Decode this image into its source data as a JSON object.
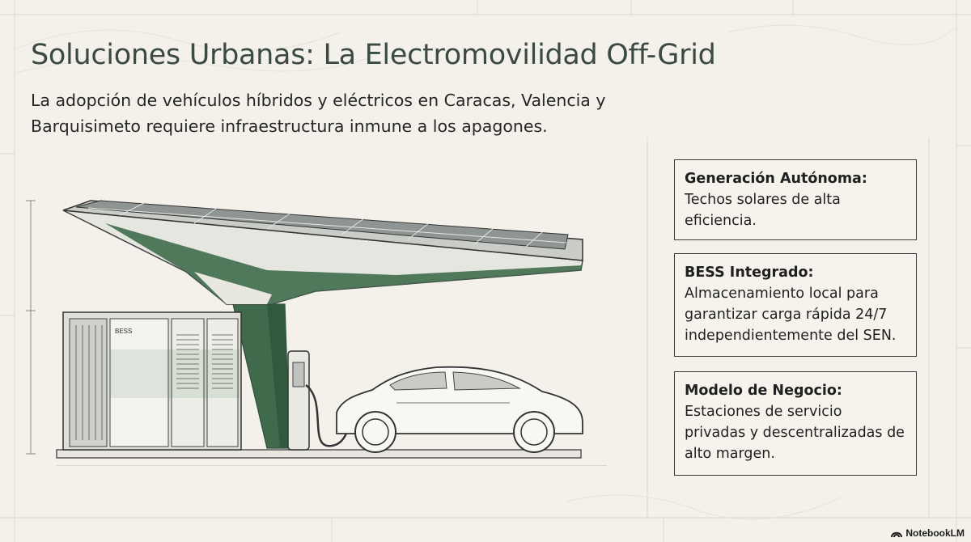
{
  "slide": {
    "title": "Soluciones Urbanas: La Electromovilidad Off-Grid",
    "subtitle": "La adopción de vehículos híbridos y eléctricos en Caracas, Valencia y Barquisimeto requiere infraestructura inmune a los apagones."
  },
  "cards": [
    {
      "heading": "Generación Autónoma:",
      "body": "Techos solares de alta eficiencia."
    },
    {
      "heading": "BESS Integrado:",
      "body": "Almacenamiento local para garantizar carga rápida 24/7 independientemente del SEN."
    },
    {
      "heading": "Modelo de Negocio:",
      "body": "Estaciones de servicio privadas y descentralizadas de alto margen."
    }
  ],
  "illustration": {
    "container_label": "BESS"
  },
  "brand": {
    "name": "NotebookLM",
    "icon": "notebooklm-logo-icon"
  },
  "colors": {
    "background": "#f3f1ea",
    "accent_green": "#3f6b4c",
    "title": "#3c4a44"
  }
}
